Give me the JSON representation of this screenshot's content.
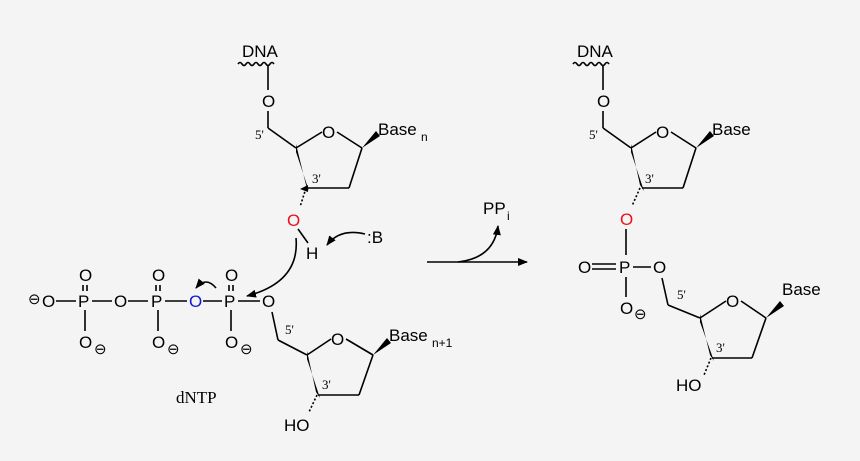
{
  "colors": {
    "attacking_oxygen": "#e8121b",
    "leaving_oxygen": "#1414d8",
    "ink": "#000000",
    "background": "#f4f4f4"
  },
  "left": {
    "dna": "DNA",
    "o_top": "O",
    "pos5": "5'",
    "ring_o": "O",
    "base_n": "Base",
    "base_n_sub": "n",
    "pos3": "3'",
    "o3": "O",
    "h": "H",
    "base_b": ":B"
  },
  "dntp": {
    "charge": "⊖",
    "o": "O",
    "p": "P",
    "bridging_o": "O",
    "pos5": "5'",
    "ring_o": "O",
    "base": "Base",
    "base_sub": "n+1",
    "pos3": "3'",
    "ho": "HO",
    "label": "dNTP"
  },
  "arrow": {
    "byproduct": "PP",
    "byproduct_sub": "i"
  },
  "right": {
    "dna": "DNA",
    "o": "O",
    "p": "P",
    "pos5": "5'",
    "pos3": "3'",
    "base": "Base",
    "ho": "HO",
    "charge": "⊖"
  }
}
